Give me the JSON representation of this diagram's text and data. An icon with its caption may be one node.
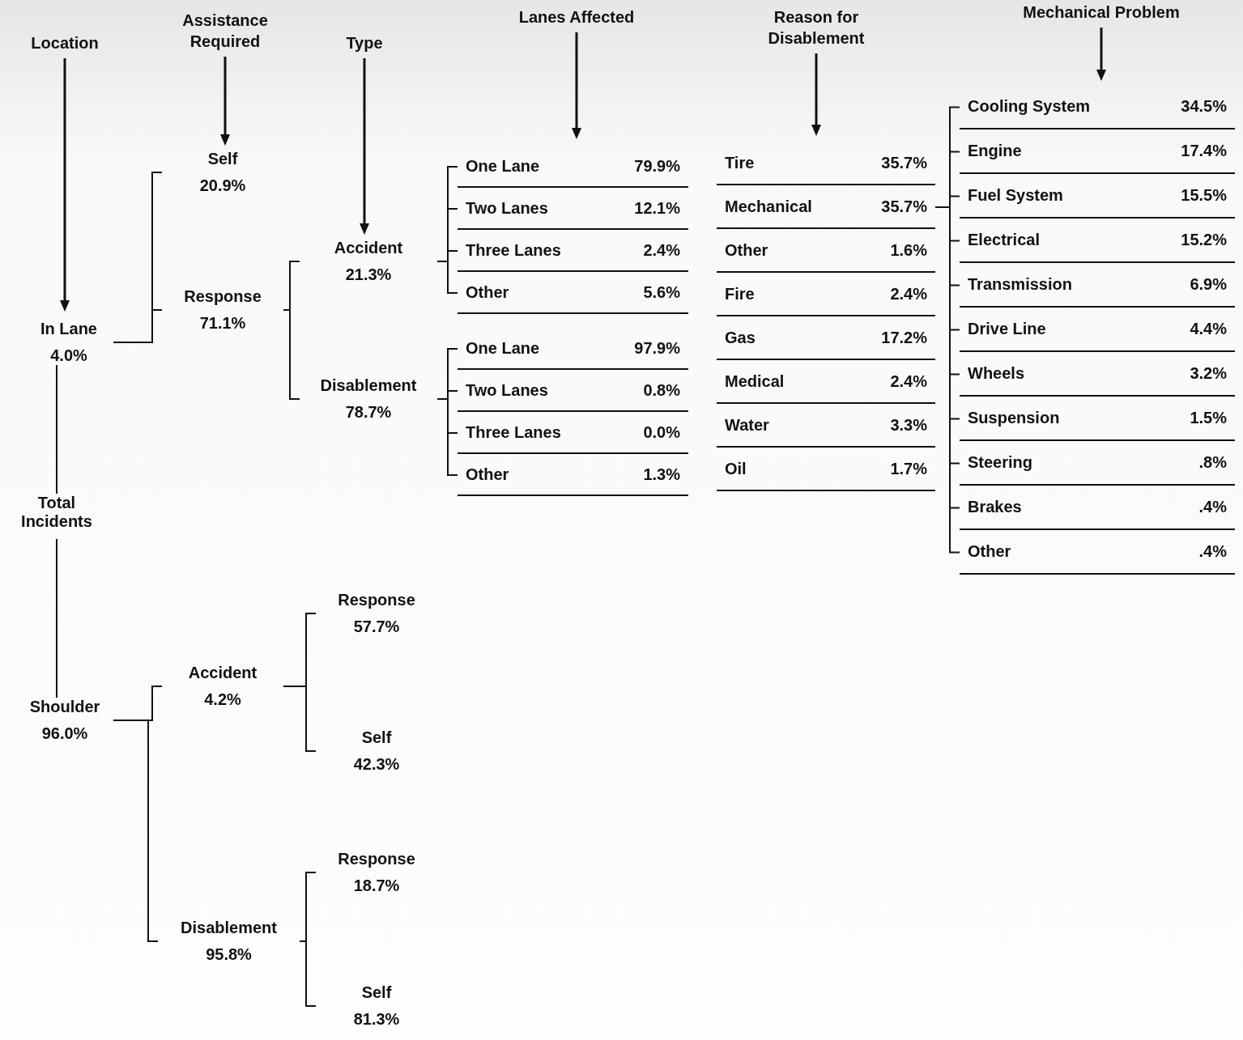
{
  "diagram": {
    "nodes": [
      {
        "text": [
          "Total Incidents"
        ]
      },
      {
        "text": [
          "In Lane",
          "4.0%"
        ]
      },
      {
        "text": [
          "Shoulder",
          "96.0%"
        ]
      },
      {
        "text": [
          "Self",
          "20.9%"
        ]
      },
      {
        "text": [
          "Response",
          "71.1%"
        ]
      },
      {
        "text": [
          "Accident",
          "21.3%"
        ]
      },
      {
        "text": [
          "Disablement",
          "78.7%"
        ]
      },
      {
        "text": [
          "One Lane",
          "79.9%"
        ]
      },
      {
        "text": [
          "Two Lanes",
          "12.1%"
        ]
      },
      {
        "text": [
          "Three Lanes",
          "2.4%"
        ]
      },
      {
        "text": [
          "Other",
          "5.6%"
        ]
      },
      {
        "text": [
          "One Lane",
          "97.9%"
        ]
      },
      {
        "text": [
          "Two Lanes",
          "0.8%"
        ]
      },
      {
        "text": [
          "Three Lanes",
          "0.0%"
        ]
      },
      {
        "text": [
          "Other",
          "1.3%"
        ]
      },
      {
        "text": [
          "Tire",
          "35.7%"
        ]
      },
      {
        "text": [
          "Mechanical",
          "35.7%"
        ]
      },
      {
        "text": [
          "Other",
          "1.6%"
        ]
      },
      {
        "text": [
          "Fire",
          "2.4%"
        ]
      },
      {
        "text": [
          "Gas",
          "17.2%"
        ]
      },
      {
        "text": [
          "Medical",
          "2.4%"
        ]
      },
      {
        "text": [
          "Water",
          "3.3%"
        ]
      },
      {
        "text": [
          "Oil",
          "1.7%"
        ]
      },
      {
        "text": [
          "Cooling System",
          "34.5%"
        ]
      },
      {
        "text": [
          "Engine",
          "17.4%"
        ]
      },
      {
        "text": [
          "Fuel System",
          "15.5%"
        ]
      },
      {
        "text": [
          "Electrical",
          "15.2%"
        ]
      },
      {
        "text": [
          "Transmission",
          "6.9%"
        ]
      },
      {
        "text": [
          "Drive Line",
          "4.4%"
        ]
      },
      {
        "text": [
          "Wheels",
          "3.2%"
        ]
      },
      {
        "text": [
          "Suspension",
          "1.5%"
        ]
      },
      {
        "text": [
          "Steering",
          ".8%"
        ]
      },
      {
        "text": [
          "Brakes",
          ".4%"
        ]
      },
      {
        "text": [
          "Other",
          ".4%"
        ]
      },
      {
        "text": [
          "Accident",
          "4.2%"
        ]
      },
      {
        "text": [
          "Disablement",
          "95.8%"
        ]
      },
      {
        "text": [
          "Response",
          "57.7%"
        ]
      },
      {
        "text": [
          "Self",
          "42.3%"
        ]
      },
      {
        "text": [
          "Response",
          "18.7%"
        ]
      },
      {
        "text": [
          "Self",
          "81.3%"
        ]
      }
    ],
    "edges": [
      {
        "from": 0,
        "to": 1,
        "arrow": "none"
      },
      {
        "from": 0,
        "to": 2,
        "arrow": "none"
      },
      {
        "from": 1,
        "to": 3,
        "arrow": "none"
      },
      {
        "from": 1,
        "to": 4,
        "arrow": "none"
      },
      {
        "from": 4,
        "to": 5,
        "arrow": "none"
      },
      {
        "from": 4,
        "to": 6,
        "arrow": "none"
      },
      {
        "from": 5,
        "to": 7,
        "arrow": "none"
      },
      {
        "from": 5,
        "to": 8,
        "arrow": "none"
      },
      {
        "from": 5,
        "to": 9,
        "arrow": "none"
      },
      {
        "from": 5,
        "to": 10,
        "arrow": "none"
      },
      {
        "from": 6,
        "to": 11,
        "arrow": "none"
      },
      {
        "from": 6,
        "to": 12,
        "arrow": "none"
      },
      {
        "from": 6,
        "to": 13,
        "arrow": "none"
      },
      {
        "from": 6,
        "to": 14,
        "arrow": "none"
      },
      {
        "from": 16,
        "to": 23,
        "arrow": "none"
      },
      {
        "from": 16,
        "to": 24,
        "arrow": "none"
      },
      {
        "from": 16,
        "to": 25,
        "arrow": "none"
      },
      {
        "from": 16,
        "to": 26,
        "arrow": "none"
      },
      {
        "from": 16,
        "to": 27,
        "arrow": "none"
      },
      {
        "from": 16,
        "to": 28,
        "arrow": "none"
      },
      {
        "from": 16,
        "to": 29,
        "arrow": "none"
      },
      {
        "from": 16,
        "to": 30,
        "arrow": "none"
      },
      {
        "from": 16,
        "to": 31,
        "arrow": "none"
      },
      {
        "from": 16,
        "to": 32,
        "arrow": "none"
      },
      {
        "from": 16,
        "to": 33,
        "arrow": "none"
      },
      {
        "from": 2,
        "to": 34,
        "arrow": "none"
      },
      {
        "from": 2,
        "to": 35,
        "arrow": "none"
      },
      {
        "from": 34,
        "to": 36,
        "arrow": "none"
      },
      {
        "from": 34,
        "to": 37,
        "arrow": "none"
      },
      {
        "from": 35,
        "to": 38,
        "arrow": "none"
      },
      {
        "from": 35,
        "to": 39,
        "arrow": "none"
      }
    ],
    "labels": [
      "Location",
      "Assistance Required",
      "Type",
      "Lanes Affected",
      "Reason for Disablement",
      "Mechanical Problem"
    ]
  }
}
